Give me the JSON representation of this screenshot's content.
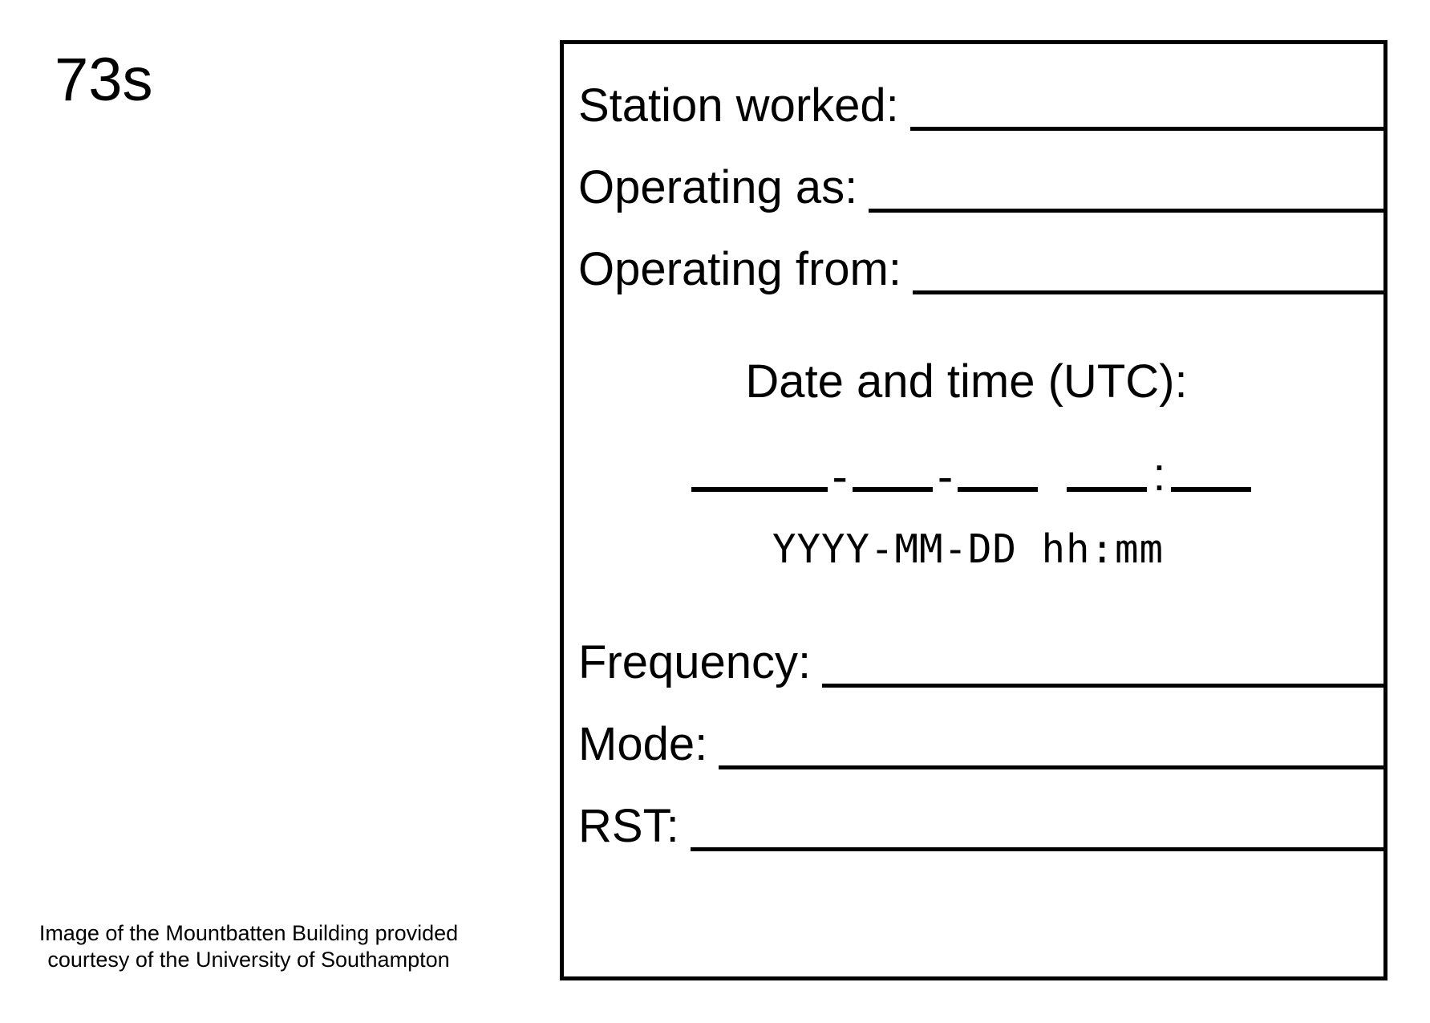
{
  "card": {
    "greeting": "73s",
    "photo_credit": {
      "line1": "Image of the Mountbatten Building provided",
      "line2": "courtesy of the University of Southampton"
    }
  },
  "log_form": {
    "fields": [
      {
        "label": "Station worked:",
        "value": ""
      },
      {
        "label": "Operating as:",
        "value": ""
      },
      {
        "label": "Operating from:",
        "value": ""
      }
    ],
    "datetime": {
      "heading": "Date and time (UTC):",
      "separator_dash": "-",
      "separator_space": " ",
      "separator_colon": ":",
      "format_hint": "YYYY-MM-DD hh:mm",
      "year_value": "",
      "month_value": "",
      "day_value": "",
      "hour_value": "",
      "minute_value": ""
    },
    "bottom_fields": [
      {
        "label": "Frequency:",
        "value": ""
      },
      {
        "label": "Mode:",
        "value": ""
      },
      {
        "label": "RST:",
        "value": ""
      }
    ]
  },
  "style": {
    "ink": "#000000",
    "paper": "#ffffff"
  }
}
